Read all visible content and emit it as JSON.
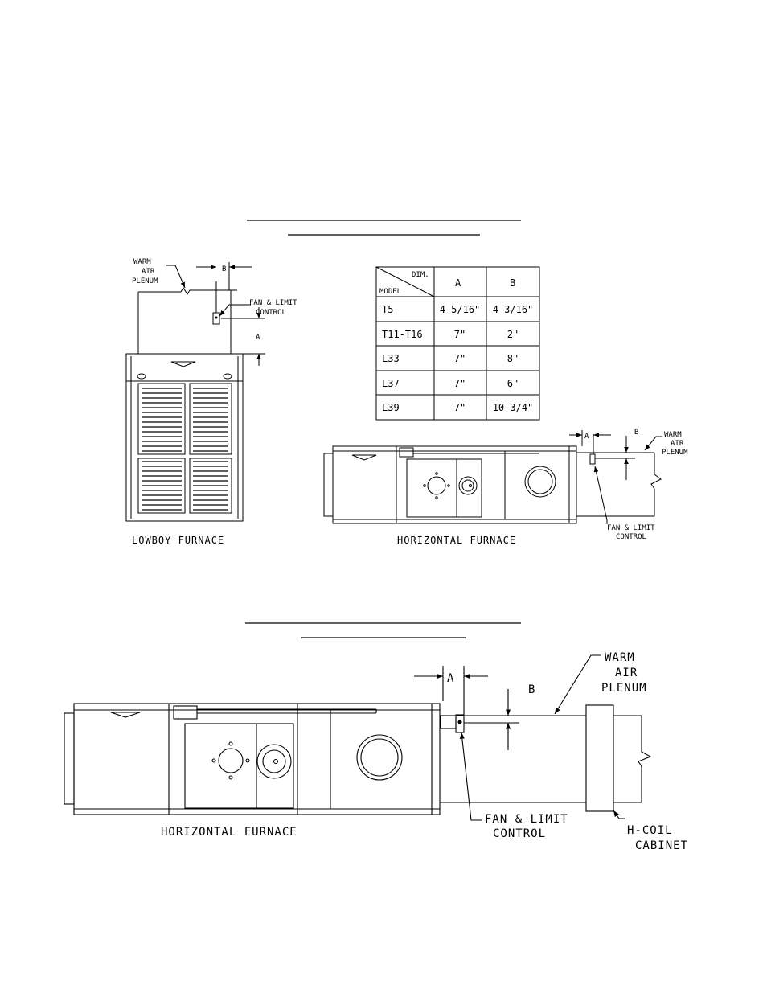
{
  "figure1": {
    "left": {
      "plenum_label": [
        "WARM",
        "AIR",
        "PLENUM"
      ],
      "control_label": [
        "FAN & LIMIT",
        "CONTROL"
      ],
      "dim_a": "A",
      "dim_b": "B",
      "caption": "LOWBOY FURNACE"
    },
    "table": {
      "corner_top": "DIM.",
      "corner_bottom": "MODEL",
      "headers": [
        "A",
        "B"
      ],
      "rows": [
        {
          "model": "T5",
          "a": "4-5/16\"",
          "b": "4-3/16\""
        },
        {
          "model": "T11-T16",
          "a": "7\"",
          "b": "2\""
        },
        {
          "model": "L33",
          "a": "7\"",
          "b": "8\""
        },
        {
          "model": "L37",
          "a": "7\"",
          "b": "6\""
        },
        {
          "model": "L39",
          "a": "7\"",
          "b": "10-3/4\""
        }
      ]
    },
    "right": {
      "plenum_label": [
        "WARM",
        "AIR",
        "PLENUM"
      ],
      "control_label": [
        "FAN & LIMIT",
        "CONTROL"
      ],
      "dim_a": "A",
      "dim_b": "B",
      "caption": "HORIZONTAL FURNACE"
    }
  },
  "figure2": {
    "plenum_label": [
      "WARM",
      "AIR",
      "PLENUM"
    ],
    "control_label": [
      "FAN & LIMIT",
      "CONTROL"
    ],
    "cabinet_label": [
      "H-COIL",
      "CABINET"
    ],
    "dim_a": "A",
    "dim_b": "B",
    "caption": "HORIZONTAL FURNACE"
  }
}
